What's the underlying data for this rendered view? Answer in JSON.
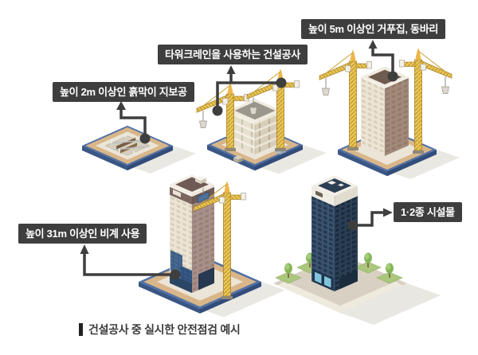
{
  "figure": {
    "caption": "건설공사 중 실시한 안전점검 예시",
    "callouts": [
      {
        "text": "높이 2m 이상인 흙막이 지보공"
      },
      {
        "text": "타워크레인을 사용하는 건설공사"
      },
      {
        "text": "높이 5m 이상인 거푸집, 동바리"
      },
      {
        "text": "높이 31m 이상인 비계 사용"
      },
      {
        "text": "1·2종 시설물"
      }
    ],
    "illustrations": [
      {
        "name": "excavation-retaining-wall"
      },
      {
        "name": "low-rise-frame-with-tower-cranes"
      },
      {
        "name": "mid-rise-tower-with-tower-cranes"
      },
      {
        "name": "high-rise-under-construction-with-crane"
      },
      {
        "name": "completed-glass-facility-building"
      }
    ],
    "colors": {
      "callout_bg": "#3e3e3e",
      "callout_text": "#ffffff",
      "connector": "#3e3e3e",
      "platform_blue": "#4f70a4",
      "platform_tan": "#d9b689",
      "platform_cream": "#ebe5d7",
      "crane_yellow": "#eac857",
      "building_cream": "#ece5d5",
      "building_brown": "#a28a7b",
      "building_navy": "#3b5470",
      "glass_blue": "#7fc4dc",
      "tree_green": "#86b557"
    }
  }
}
